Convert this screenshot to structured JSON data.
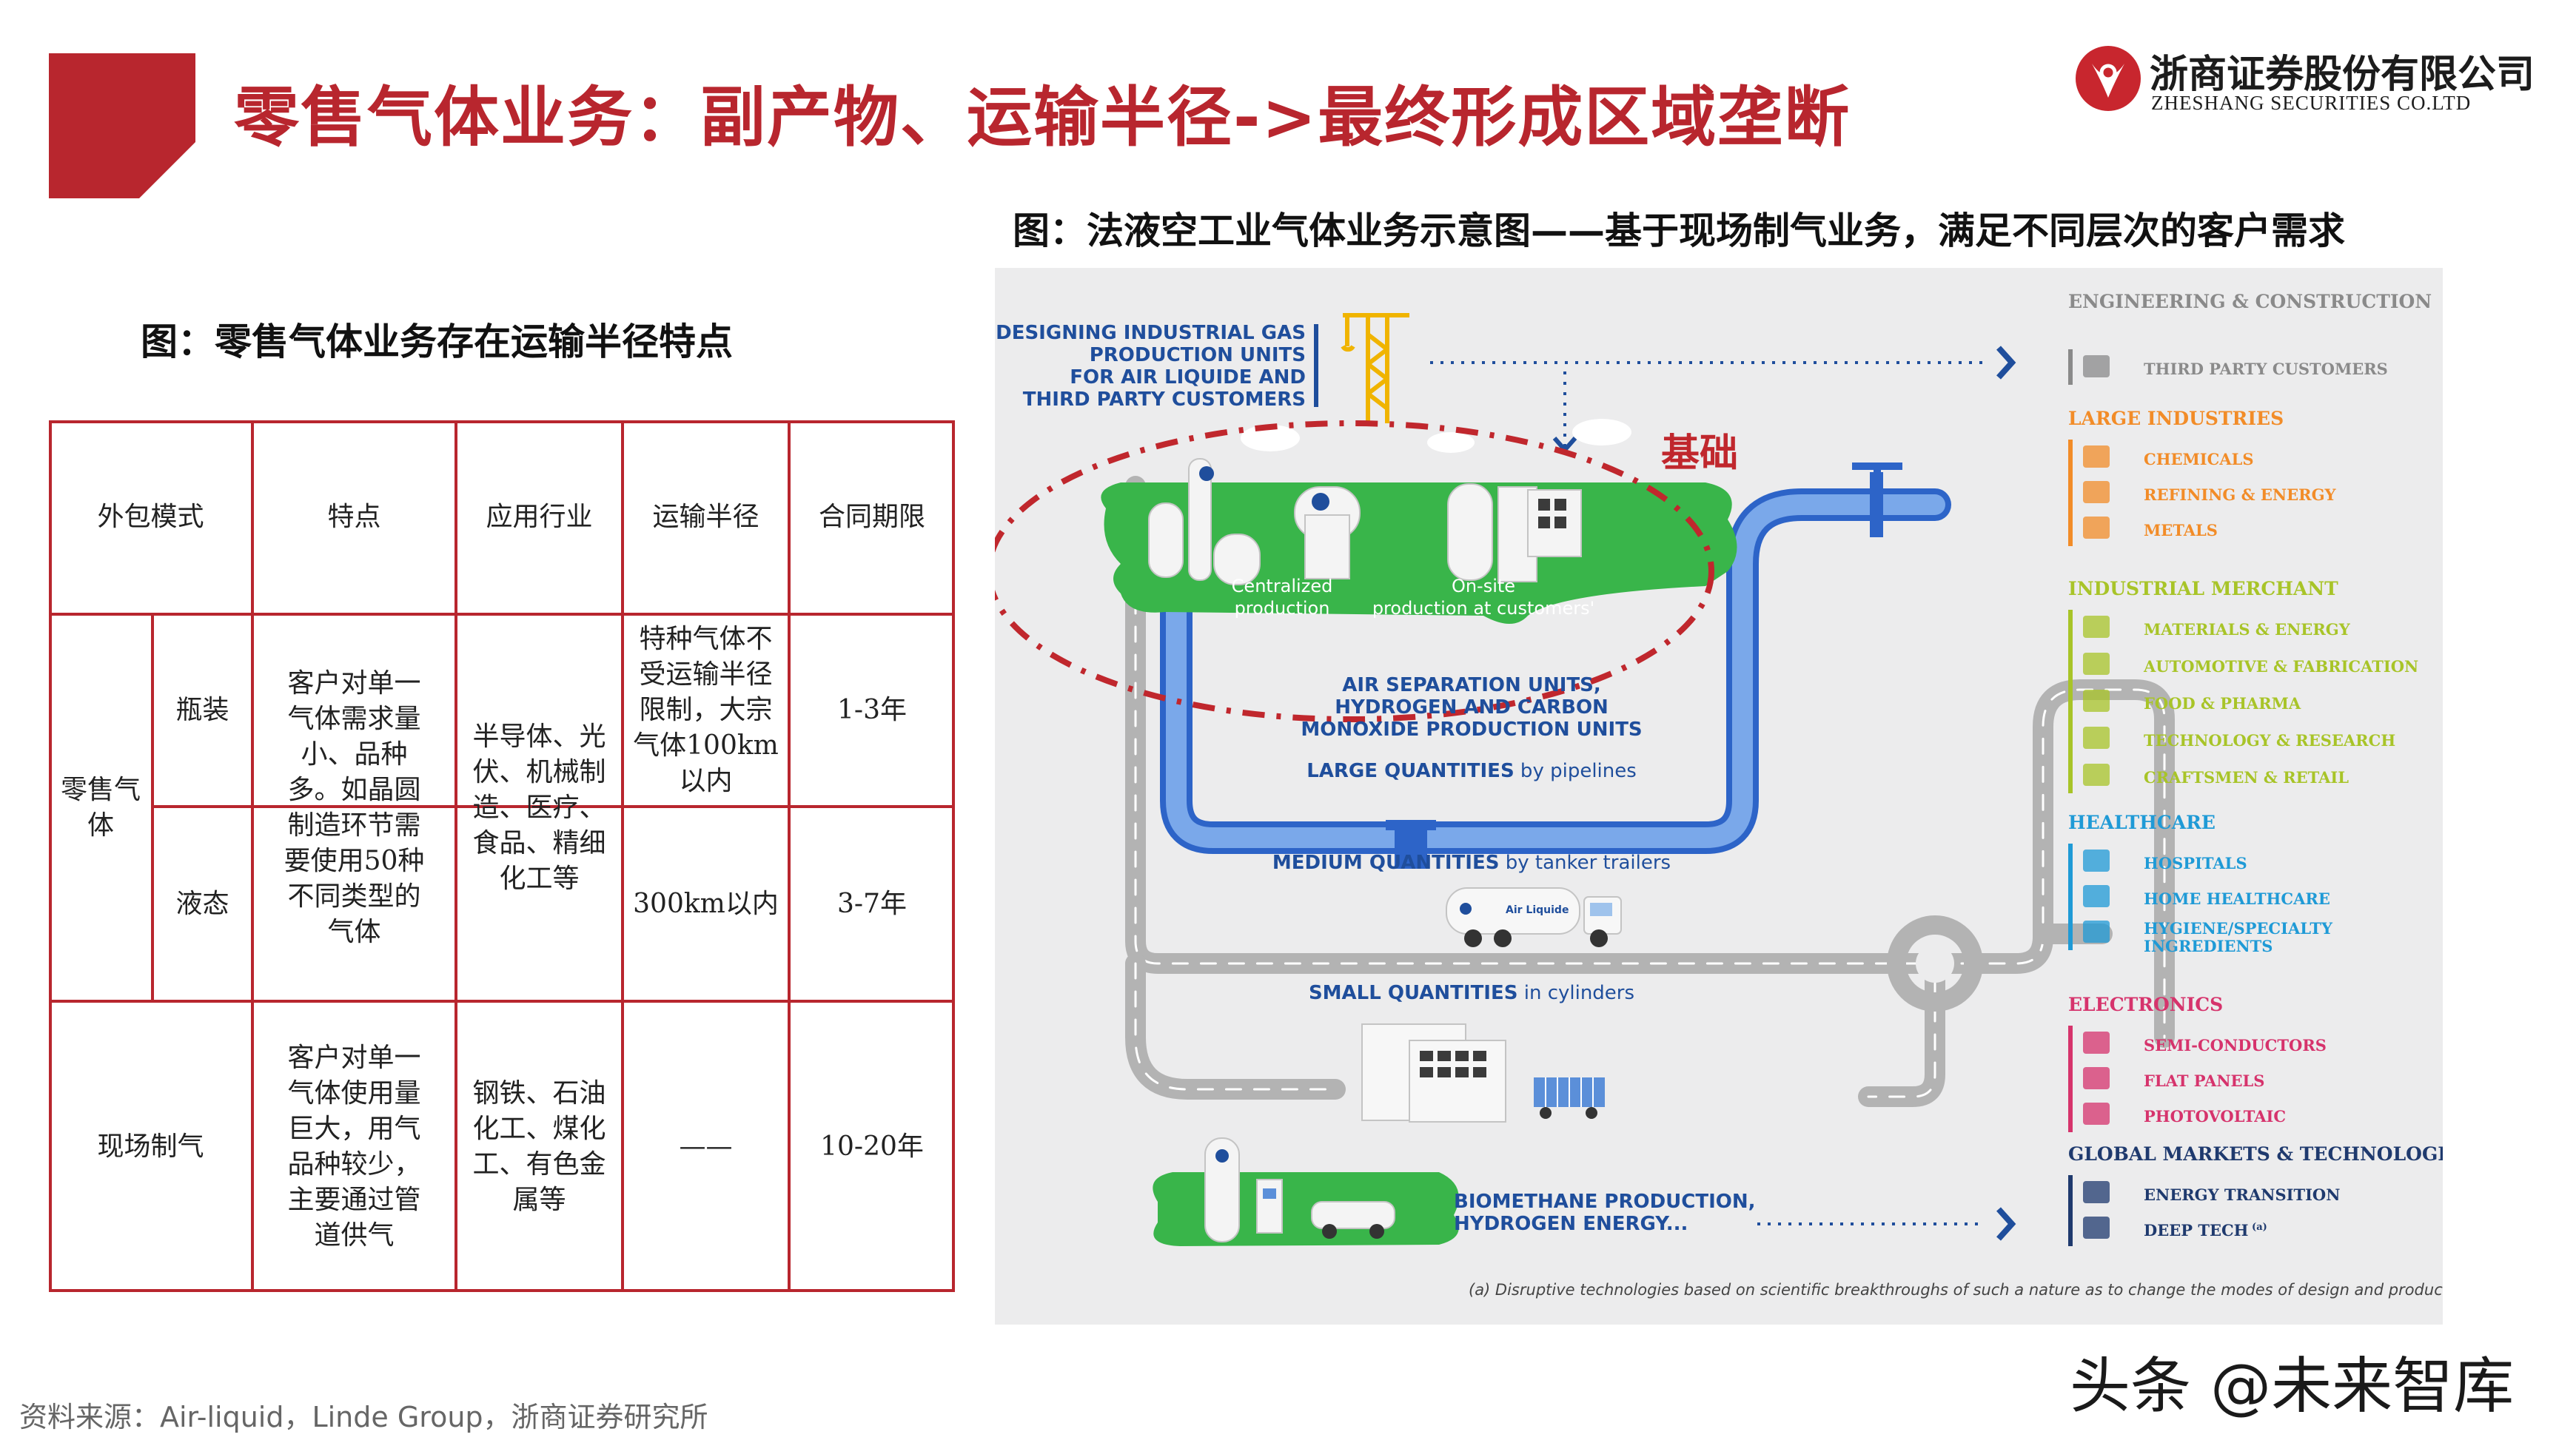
{
  "header": {
    "title": "零售气体业务：副产物、运输半径->最终形成区域垄断",
    "logo_cn": "浙商证券股份有限公司",
    "logo_en": "ZHESHANG SECURITIES CO.LTD",
    "brand_color": "#b8262e"
  },
  "left_caption": "图：零售气体业务存在运输半径特点",
  "right_caption": "图：法液空工业气体业务示意图——基于现场制气业务，满足不同层次的客户需求",
  "table": {
    "headers": [
      "外包模式",
      "特点",
      "应用行业",
      "运输半径",
      "合同期限"
    ],
    "retail_group": "零售气体",
    "retail_features": "客户对单一气体需求量小、品种多。如晶圆制造环节需要使用50种不同类型的气体",
    "retail_industries": "半导体、光伏、机械制造、医疗、食品、精细化工等",
    "rows": [
      {
        "mode": "瓶装",
        "radius": "特种气体不受运输半径限制，大宗气体100km以内",
        "term": "1-3年"
      },
      {
        "mode": "液态",
        "radius": "300km以内",
        "term": "3-7年"
      }
    ],
    "onsite": {
      "mode": "现场制气",
      "features": "客户对单一气体使用量巨大，用气品种较少，主要通过管道供气",
      "industries": "钢铁、石油化工、煤化工、有色金属等",
      "radius": "——",
      "term": "10-20年"
    }
  },
  "diagram": {
    "design_label": [
      "DESIGNING INDUSTRIAL GAS",
      "PRODUCTION UNITS",
      "FOR AIR LIQUIDE AND",
      "THIRD PARTY CUSTOMERS"
    ],
    "annotation": "基础",
    "centralized": [
      "Centralized",
      "production"
    ],
    "onsite": [
      "On-site",
      "production at customers'"
    ],
    "asu": [
      "AIR SEPARATION UNITS,",
      "HYDROGEN AND CARBON",
      "MONOXIDE PRODUCTION UNITS"
    ],
    "large_qty": {
      "bold": "LARGE QUANTITIES",
      "rest": " by pipelines"
    },
    "medium_qty": {
      "bold": "MEDIUM QUANTITIES",
      "rest": " by tanker trailers"
    },
    "small_qty": {
      "bold": "SMALL QUANTITIES",
      "rest": " in cylinders"
    },
    "biomethane": [
      "BIOMETHANE PRODUCTION,",
      "HYDROGEN ENERGY..."
    ],
    "truck_brand": "Air Liquide",
    "footnote": "(a)  Disruptive technologies based on scientific breakthroughs of such a nature as to change the modes of design and production.",
    "categories": [
      {
        "title": "ENGINEERING & CONSTRUCTION",
        "color": "#8a8a8a",
        "items": [
          "THIRD PARTY CUSTOMERS"
        ]
      },
      {
        "title": "LARGE INDUSTRIES",
        "color": "#f28c28",
        "items": [
          "CHEMICALS",
          "REFINING & ENERGY",
          "METALS"
        ]
      },
      {
        "title": "INDUSTRIAL MERCHANT",
        "color": "#a8c428",
        "items": [
          "MATERIALS & ENERGY",
          "AUTOMOTIVE & FABRICATION",
          "FOOD & PHARMA",
          "TECHNOLOGY & RESEARCH",
          "CRAFTSMEN & RETAIL"
        ]
      },
      {
        "title": "HEALTHCARE",
        "color": "#1f9ad6",
        "items": [
          "HOSPITALS",
          "HOME HEALTHCARE",
          "HYGIENE/SPECIALTY INGREDIENTS"
        ]
      },
      {
        "title": "ELECTRONICS",
        "color": "#d6336c",
        "items": [
          "SEMI-CONDUCTORS",
          "FLAT PANELS",
          "PHOTOVOLTAIC"
        ]
      },
      {
        "title": "GLOBAL MARKETS & TECHNOLOGIES",
        "color": "#1f3a6e",
        "items": [
          "ENERGY TRANSITION",
          "DEEP TECH"
        ],
        "footnote_marker": "(a)"
      }
    ],
    "colors": {
      "blue": "#1f4e9c",
      "pipe": "#5b8fd9",
      "green": "#3cb44a",
      "road": "#b5b5b5",
      "annotation_red": "#c0272d"
    }
  },
  "source": "资料来源：Air-liquid，Linde Group，浙商证券研究所",
  "watermark": "头条 @未来智库"
}
